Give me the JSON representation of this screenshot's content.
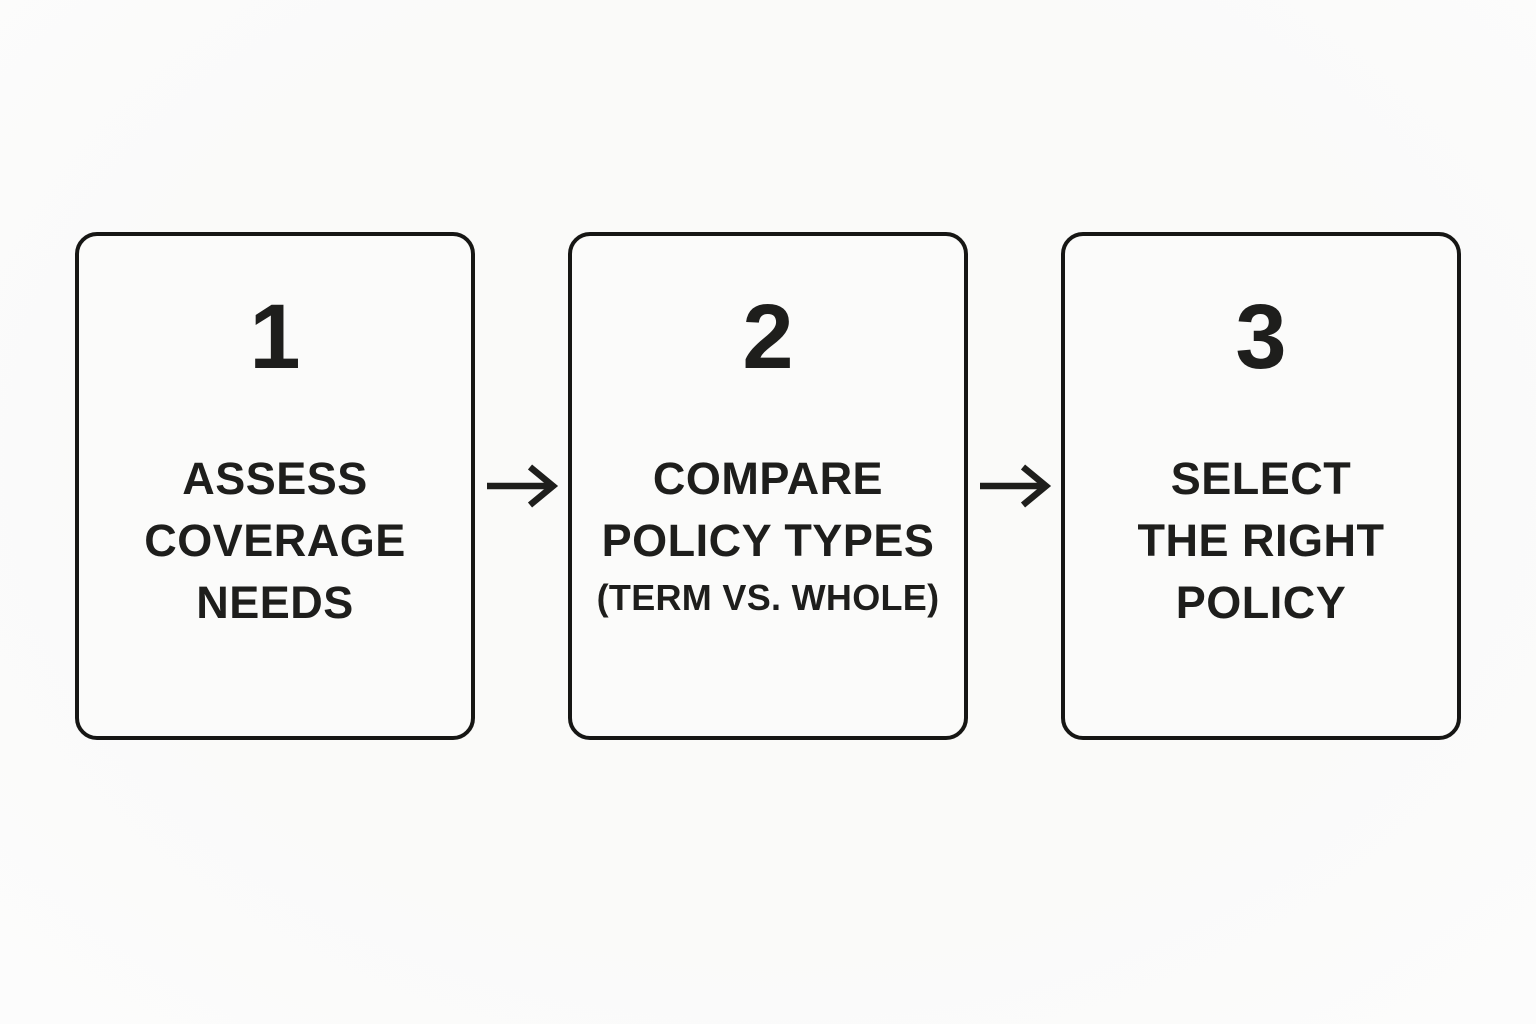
{
  "theme": {
    "css_vars": {
      "ink": "#1e1e1c",
      "bg": "#fafaf9",
      "box-bg": "#fbfbfa",
      "border": "#161614"
    }
  },
  "diagram": {
    "type": "flowchart",
    "direction": "left-to-right",
    "connector": "right-arrow",
    "arrow_icon": "right-arrow-icon",
    "steps": [
      {
        "number": "1",
        "title_lines": [
          "ASSESS",
          "COVERAGE",
          "NEEDS"
        ],
        "subtitle": ""
      },
      {
        "number": "2",
        "title_lines": [
          "COMPARE",
          "POLICY TYPES"
        ],
        "subtitle": "(TERM VS. WHOLE)"
      },
      {
        "number": "3",
        "title_lines": [
          "SELECT",
          "THE RIGHT",
          "POLICY"
        ],
        "subtitle": ""
      }
    ]
  }
}
